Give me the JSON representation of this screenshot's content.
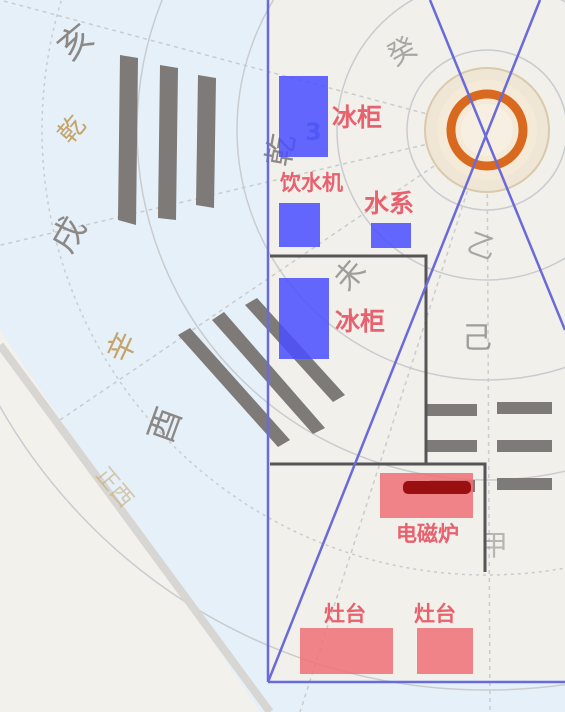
{
  "compass": {
    "branches": {
      "hai": "亥",
      "xu": "戌",
      "you": "酉"
    },
    "stems": {
      "xin": "辛"
    },
    "trigram_qian": "乾",
    "center_digit": "3",
    "outer_label": "正西",
    "other_glyphs": {
      "g1": "癸",
      "g2": "乙",
      "g3": "未",
      "g4": "己",
      "g5": "甲"
    }
  },
  "appliances": {
    "fridge_top": "冰柜",
    "water_dispenser": "饮水机",
    "water_system": "水系",
    "fridge_mid": "冰柜",
    "induction_cooker": "电磁炉",
    "stove_left": "灶台",
    "stove_right": "灶台"
  },
  "colors": {
    "blue_mark": "#4a4dff",
    "red_mark": "#f07076",
    "label_red": "#e8616e",
    "outline_blue": "#6a6ad8",
    "room_outline": "#555555",
    "compass_orange": "#d9691f"
  }
}
